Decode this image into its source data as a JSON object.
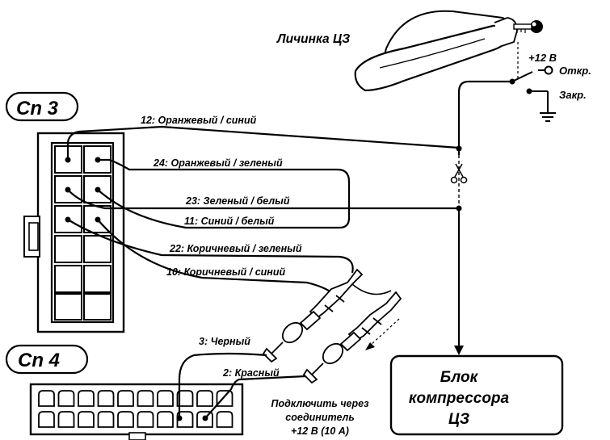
{
  "connectors": {
    "cn3": "Cn 3",
    "cn4": "Cn 4"
  },
  "lock_cylinder": "Личинка ЦЗ",
  "switch": {
    "plus12": "+12 В",
    "open": "Откр.",
    "close": "Закр."
  },
  "wires": {
    "w12": "12: Оранжевый / синий",
    "w24": "24: Оранжевый / зеленый",
    "w23": "23: Зеленый / белый",
    "w11": "11: Синий / белый",
    "w22": "22: Коричневый / зеленый",
    "w10": "10: Коричневый / синий",
    "w3": "3: Черный",
    "w2": "2: Красный"
  },
  "connect_note": {
    "line1": "Подключить через",
    "line2": "соединитель",
    "line3": "+12 В (10 А)"
  },
  "compressor_block": {
    "line1": "Блок",
    "line2": "компрессора",
    "line3": "ЦЗ"
  }
}
